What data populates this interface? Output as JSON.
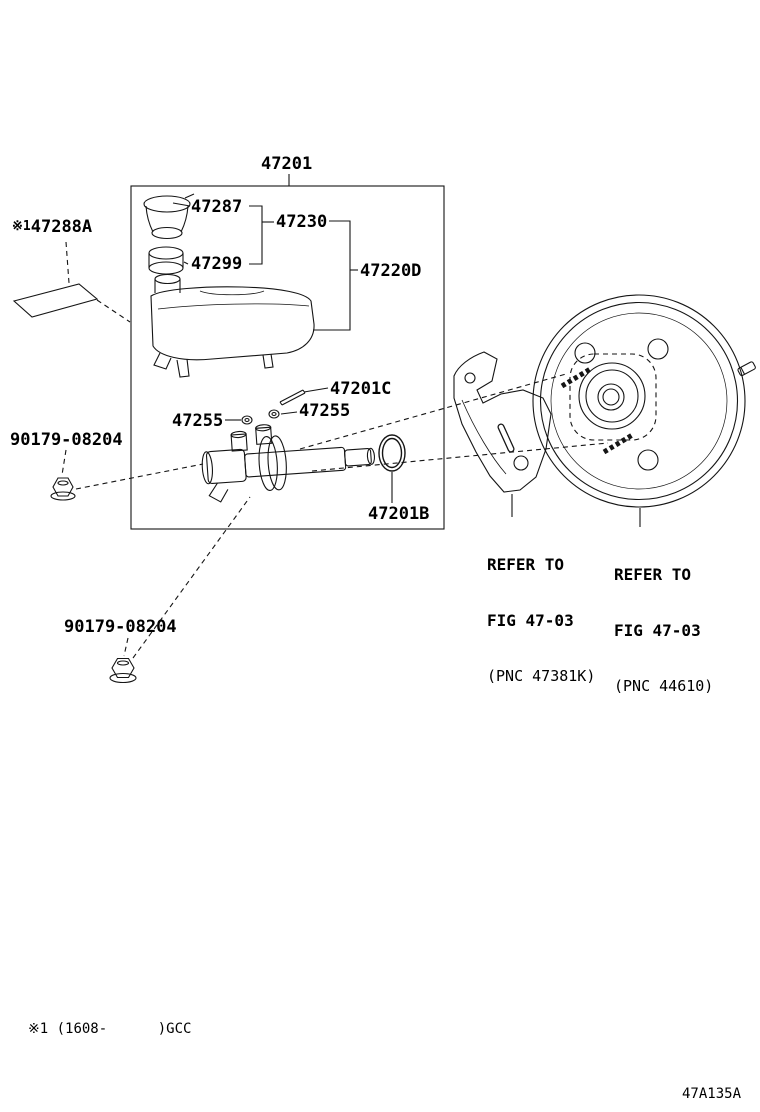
{
  "diagram": {
    "figure_code": "47A135A",
    "footnote": "※1 (1608-      )GCC",
    "parts": {
      "main_assembly": "47201",
      "sticker_note_prefix": "※1",
      "sticker": "47288A",
      "cap": "47287",
      "cap_subassembly": "47230",
      "diaphragm": "47299",
      "reservoir_assembly": "47220D",
      "pin": "47201C",
      "grommet_left": "47255",
      "grommet_right": "47255",
      "nut_upper": "90179-08204",
      "nut_lower": "90179-08204",
      "o_ring": "47201B"
    },
    "references": {
      "bracket": {
        "line1": "REFER TO",
        "line2": "FIG 47-03",
        "line3": "(PNC 47381K)"
      },
      "booster": {
        "line1": "REFER TO",
        "line2": "FIG 47-03",
        "line3": "(PNC 44610)"
      }
    }
  }
}
